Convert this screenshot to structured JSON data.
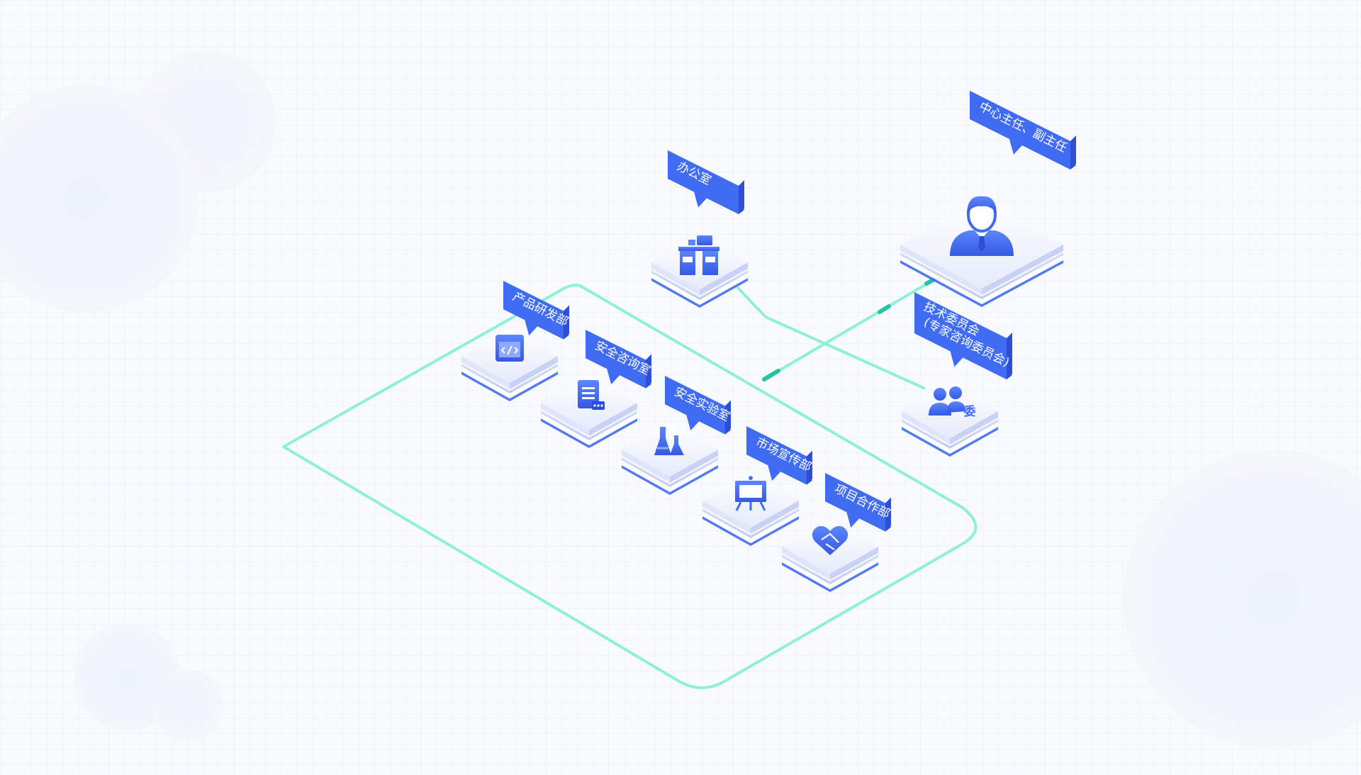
{
  "theme": {
    "accent": "#3f6cf2",
    "accent_dark": "#2c4fd6",
    "connector": "#8ff0d8",
    "connector_dark": "#25c3a4"
  },
  "nodes": [
    {
      "id": "director",
      "label_lines": [
        "中心主任、副主任"
      ],
      "icon": "person-tie-icon"
    },
    {
      "id": "office",
      "label_lines": [
        "办公室"
      ],
      "icon": "office-desk-icon"
    },
    {
      "id": "tech",
      "label_lines": [
        "技术委员会",
        "(专家咨询委员会)"
      ],
      "icon": "committee-group-icon",
      "icon_badge": "委"
    },
    {
      "id": "rnd",
      "label_lines": [
        "产品研发部"
      ],
      "icon": "code-window-icon"
    },
    {
      "id": "consult",
      "label_lines": [
        "安全咨询室"
      ],
      "icon": "document-chat-icon"
    },
    {
      "id": "lab",
      "label_lines": [
        "安全实验室"
      ],
      "icon": "lab-flask-icon"
    },
    {
      "id": "market",
      "label_lines": [
        "市场宣传部"
      ],
      "icon": "presentation-board-icon"
    },
    {
      "id": "project",
      "label_lines": [
        "项目合作部"
      ],
      "icon": "handshake-icon"
    }
  ]
}
